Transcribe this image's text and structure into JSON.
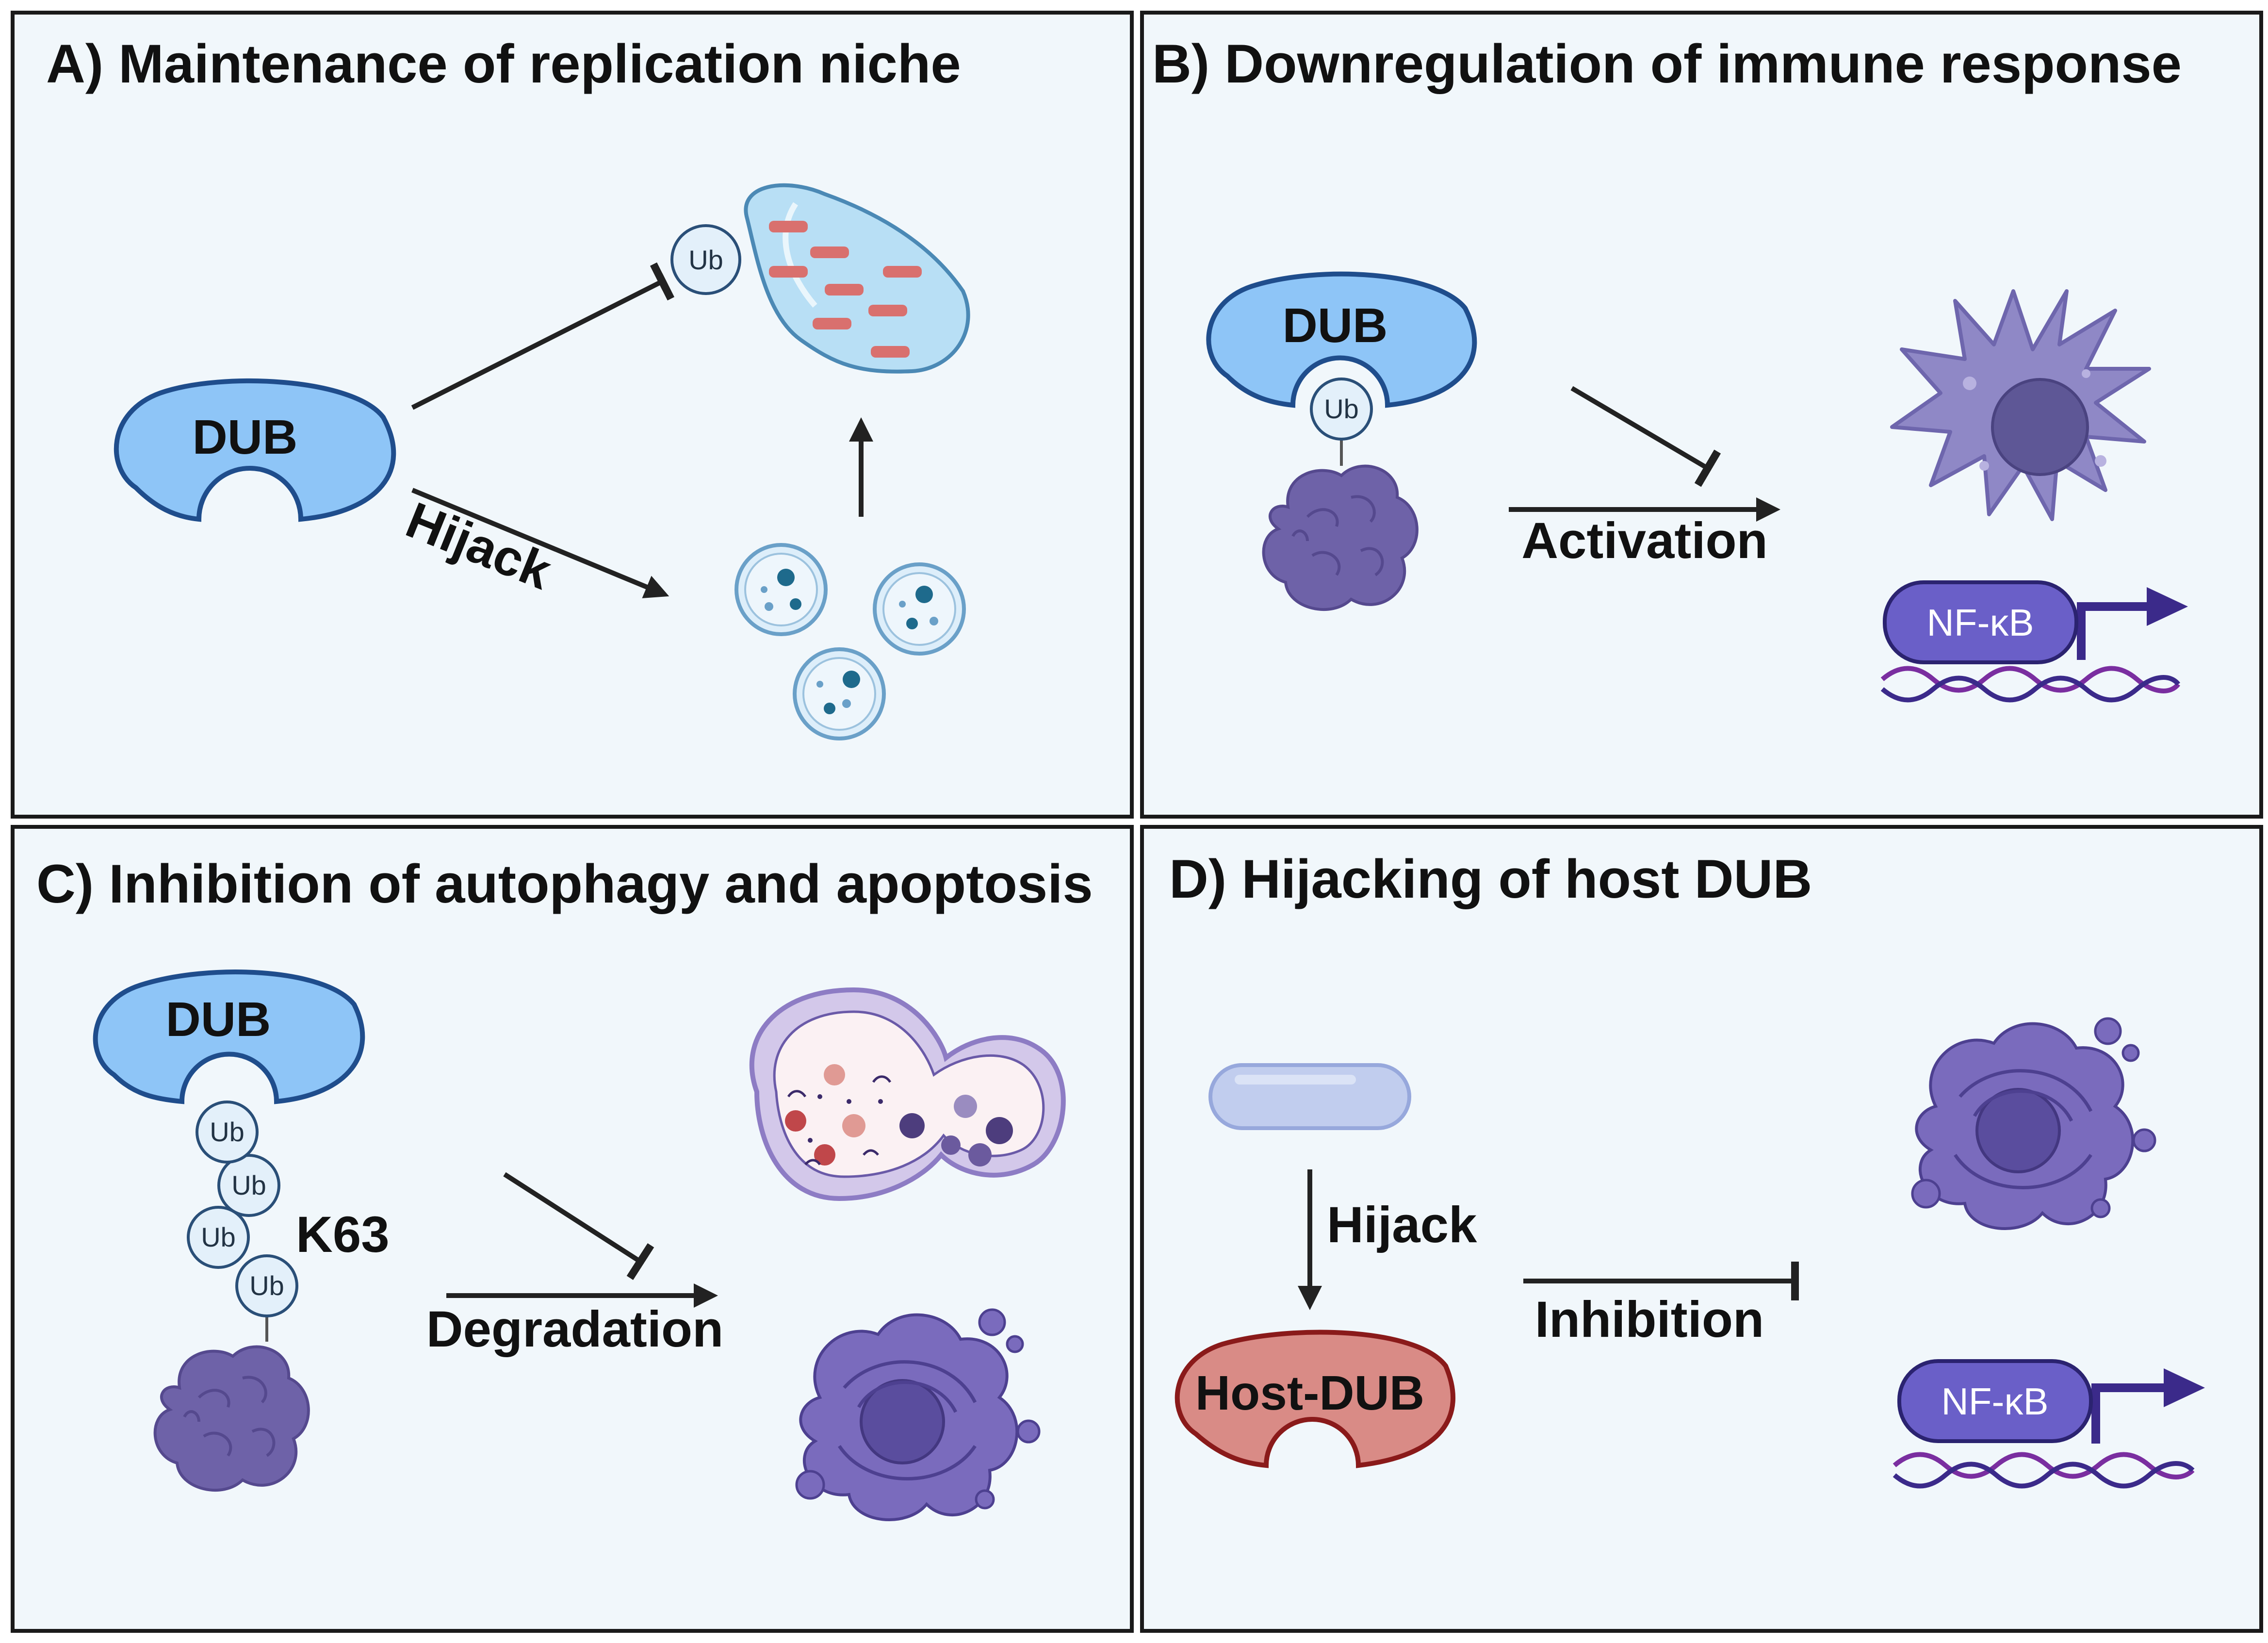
{
  "panels": {
    "a": {
      "title": "A) Maintenance of replication niche",
      "dub": "DUB",
      "ub": "Ub",
      "hijack": "Hijack"
    },
    "b": {
      "title": "B) Downregulation of immune response",
      "dub": "DUB",
      "ub": "Ub",
      "activation": "Activation",
      "nfkb": "NF-κB"
    },
    "c": {
      "title": "C) Inhibition of autophagy and apoptosis",
      "dub": "DUB",
      "ub": "Ub",
      "k63": "K63",
      "degradation": "Degradation"
    },
    "d": {
      "title": "D) Hijacking of host DUB",
      "hijack": "Hijack",
      "host_dub": "Host-DUB",
      "inhibition": "Inhibition",
      "nfkb": "NF-κB"
    }
  },
  "colors": {
    "panel_bg": "#f1f7fb",
    "dub_fill": "#8ec5f7",
    "dub_stroke": "#1f4d8c",
    "host_dub_fill": "#d98b86",
    "host_dub_stroke": "#8a1a1a",
    "protein": "#6e62a8",
    "nfkb_fill": "#6a5fc8",
    "dna_1": "#7a2ea0",
    "dna_2": "#3b2a8a"
  }
}
